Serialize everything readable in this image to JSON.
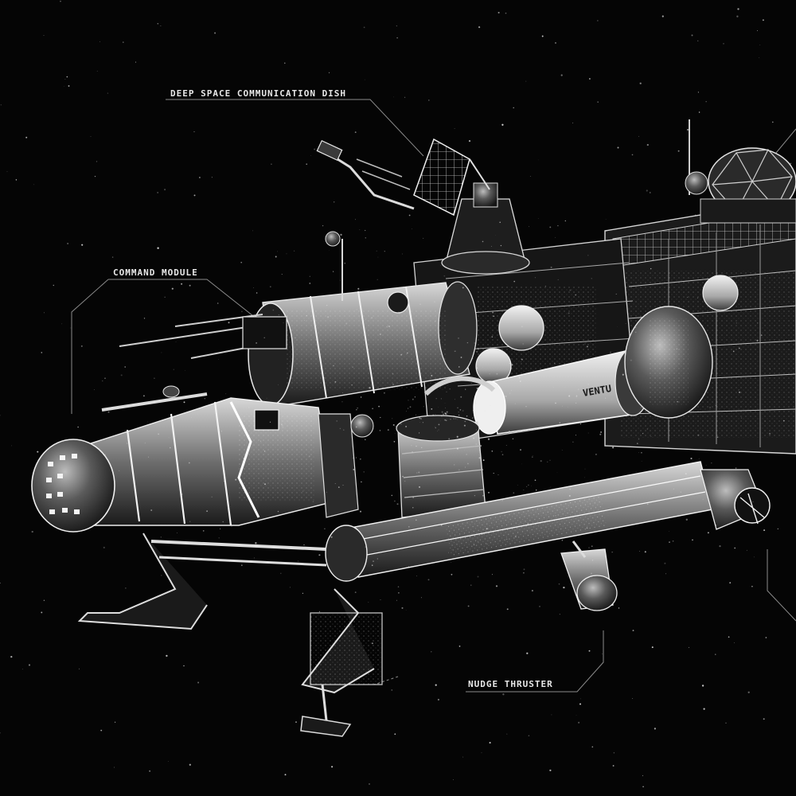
{
  "callouts": {
    "dish": "DEEP SPACE COMMUNICATION DISH",
    "command": "COMMAND MODULE",
    "nudge": "NUDGE THRUSTER"
  },
  "ship_markings": {
    "hull_text": "VENTU"
  },
  "colors": {
    "background": "#050505",
    "ink": "#e8e8e8",
    "shade": "#6a6a6a",
    "dark_fill": "#141414"
  }
}
